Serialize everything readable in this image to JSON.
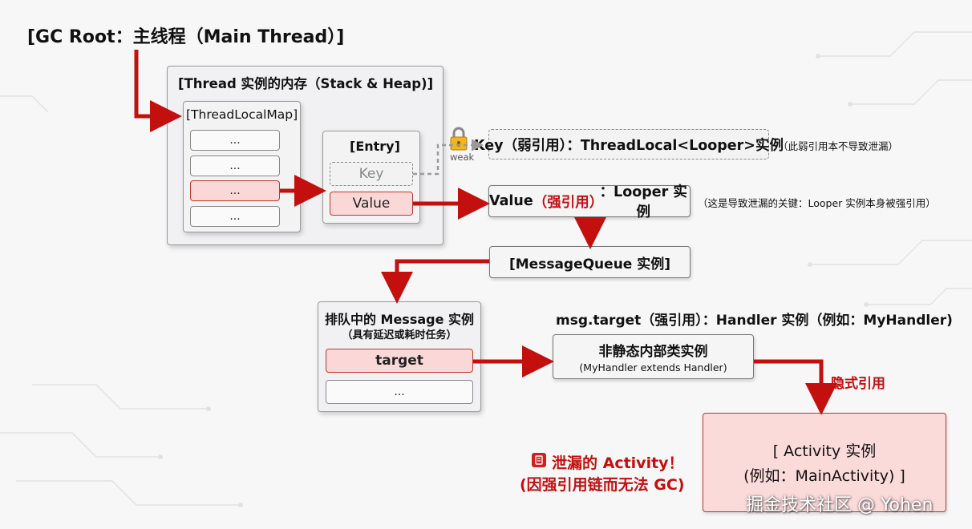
{
  "root_title": "[GC Root：主线程（Main Thread）]",
  "thread_panel": {
    "title": "[Thread 实例的内存（Stack & Heap)]",
    "map_title": "[ThreadLocalMap]",
    "map_slots": [
      "...",
      "...",
      "...",
      "..."
    ],
    "entry_title": "[Entry]",
    "key_label": "Key",
    "value_label": "Value"
  },
  "weak_label": "weak",
  "key_box": "Key（弱引用）：ThreadLocal<Looper>实例",
  "key_note": "（此弱引用本不导致泄漏）",
  "value_box": {
    "prefix": "Value",
    "strong": "（强引用）",
    "suffix": "：Looper 实例"
  },
  "value_note": "（这是导致泄漏的关键：Looper 实例本身被强引用）",
  "message_queue": "[MessageQueue 实例]",
  "message_panel": {
    "title": "排队中的 Message 实例",
    "subtitle": "（具有延迟或耗时任务）",
    "target": "target",
    "other": "..."
  },
  "target_label": "msg.target（强引用）：Handler 实例（例如：MyHandler)",
  "handler_box": {
    "title": "非静态内部类实例",
    "subtitle": "(MyHandler extends Handler)"
  },
  "implicit_label": "隐式引用",
  "leak_label": {
    "line1": "泄漏的 Activity！",
    "line2": "(因强引用链而无法 GC)"
  },
  "activity_box": {
    "line1": "[ Activity 实例",
    "line2": "(例如：MainActivity) ]"
  },
  "watermark": "掘金技术社区 @ Yohen",
  "colors": {
    "red": "#c40f0f",
    "pink": "#fbd8d8",
    "gray_dash": "#9a9a9a"
  }
}
